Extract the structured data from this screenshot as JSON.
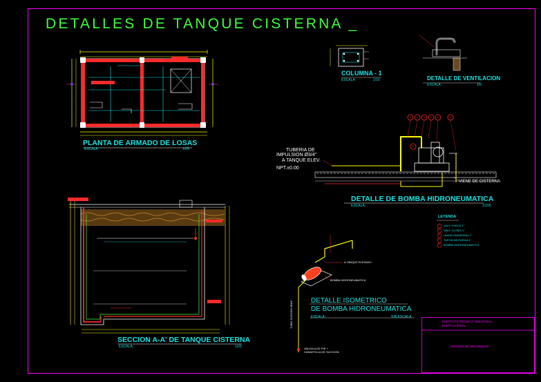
{
  "main_title": "DETALLES  DE  TANQUE  CISTERNA  _",
  "views": {
    "plan": {
      "title": "PLANTA DE ARMADO DE LOSAS",
      "scale_label": "ESCALA:",
      "scale_value": "1/25"
    },
    "section": {
      "title": "SECCION A-A' DE TANQUE CISTERNA",
      "scale_label": "ESCALA:",
      "scale_value": "1/25"
    },
    "column": {
      "title": "COLUMNA - 1",
      "scale_label": "ESCALA:",
      "scale_value": "1/10"
    },
    "vent": {
      "title": "DETALLE DE VENTILACION",
      "scale_label": "ESCALA:",
      "scale_value": "1/5"
    },
    "pump": {
      "title": "DETALLE DE BOMBA HIDRONEUMATICA",
      "scale_label": "ESCALA:",
      "scale_value": "1/100"
    },
    "iso": {
      "title_line1": "DETALLE ISOMETRICO",
      "title_line2": "DE BOMBA HIDRONEUMATICA",
      "scale_label": "ESCALA:",
      "scale_value": "SIN ESCALA"
    }
  },
  "pump_labels": {
    "tuberia_line1": "TUBERIA  DE",
    "tuberia_line2": "IMPULSION  Ø3/4\"",
    "tuberia_line3": "A  TANQUE  ELEV.",
    "npt": "NPT.±0.00",
    "viene": "VIENE  DE  CISTERNA",
    "markers": [
      "3",
      "1",
      "5",
      "2",
      "3",
      "4",
      "5"
    ]
  },
  "iso_labels": {
    "a_tanque": "A TANQUE ELEVADO",
    "bomba": "BOMBA HIDRONEUMATICA",
    "valvula_line1": "VALVULA DE PIE +",
    "valvula_line2": "CANASTILLA DE SUCCION",
    "tubo_succion": "TUBO SUCCION Ø3/4\""
  },
  "legend": {
    "title": "LEYENDA",
    "items": [
      {
        "num": "1",
        "text": "VALV. CHECK 1\""
      },
      {
        "num": "2",
        "text": "VALV. GLOBO 1\""
      },
      {
        "num": "3",
        "text": "UNION UNIVERSAL 1\""
      },
      {
        "num": "4",
        "text": "TAPON DE PURGA 1\""
      },
      {
        "num": "5",
        "text": "BOMBA HIDRONEUMATICA"
      }
    ]
  },
  "title_block": {
    "line1": "INSTITUTO TECNICO INDUSTRIAL",
    "line2": "INSTITUCIONAL",
    "line3": "SISTEMA DE SEGURIDAD"
  },
  "colors": {
    "frame": "#ff00ff",
    "title": "#3cff3c",
    "label": "#19e3e3",
    "annot": "#ff2a2a",
    "dim": "#ffff00"
  }
}
